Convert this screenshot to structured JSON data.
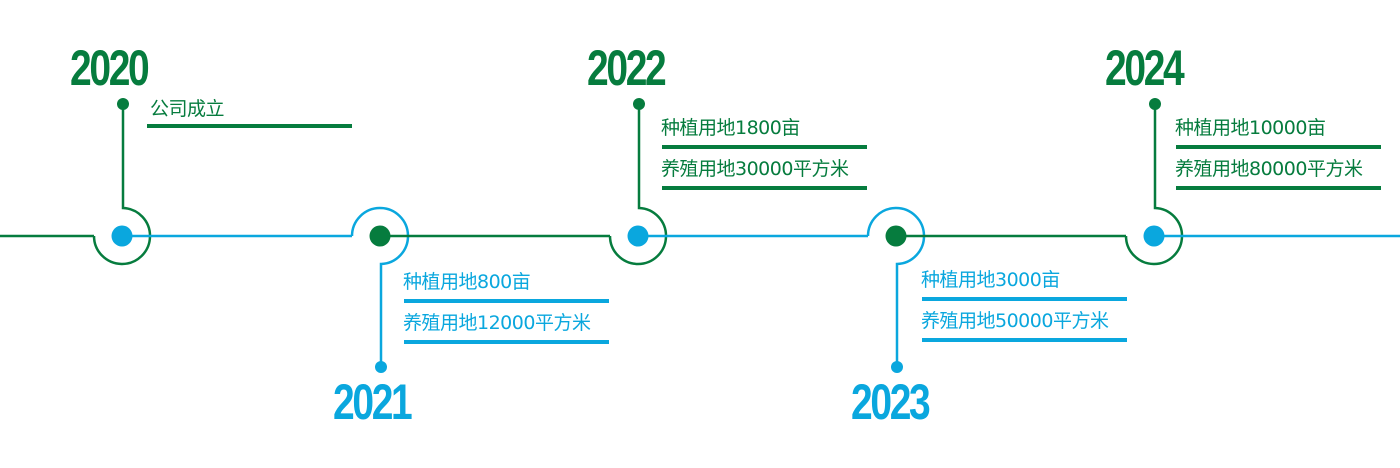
{
  "colors": {
    "green": "#067c3e",
    "blue": "#0aa7de",
    "background": "#ffffff"
  },
  "timeline": [
    {
      "year": "2020",
      "position": "top",
      "color": "green",
      "items": [
        "公司成立"
      ]
    },
    {
      "year": "2021",
      "position": "bottom",
      "color": "blue",
      "items": [
        "种植用地800亩",
        "养殖用地12000平方米"
      ]
    },
    {
      "year": "2022",
      "position": "top",
      "color": "green",
      "items": [
        "种植用地1800亩",
        "养殖用地30000平方米"
      ]
    },
    {
      "year": "2023",
      "position": "bottom",
      "color": "blue",
      "items": [
        "种植用地3000亩",
        "养殖用地50000平方米"
      ]
    },
    {
      "year": "2024",
      "position": "top",
      "color": "green",
      "items": [
        "种植用地10000亩",
        "养殖用地80000平方米"
      ]
    }
  ]
}
